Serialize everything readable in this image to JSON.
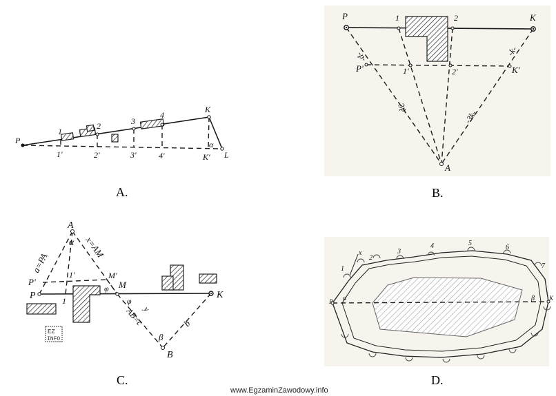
{
  "captions": {
    "a": "A.",
    "b": "B.",
    "c": "C.",
    "d": "D."
  },
  "watermark": "www.EgzaminZawodowy.info",
  "logo_text": "EZ INFO",
  "panel_a": {
    "labels": {
      "p": "P",
      "k": "K",
      "l": "L",
      "k_prime": "K'",
      "alpha": "α",
      "n1": "1",
      "n2": "2",
      "n3": "3",
      "n4": "4",
      "n1p": "1'",
      "n2p": "2'",
      "n3p": "3'",
      "n4p": "4'"
    }
  },
  "panel_b": {
    "labels": {
      "p": "P",
      "k": "K",
      "a": "A",
      "n1": "1",
      "n2": "2",
      "p_prime": "P'",
      "n1p": "1'",
      "n2p": "2'",
      "k_prime": "K'",
      "p_small": "-p-",
      "k_small": "-k-",
      "three_p": "-3p-",
      "three_k": "-3k-"
    }
  },
  "panel_c": {
    "labels": {
      "a": "A",
      "alpha": "α",
      "a_eq": "a=PA",
      "x_eq": "x=AM",
      "p_prime": "P'",
      "n1p": "1'",
      "m_prime": "M'",
      "phi1": "φ",
      "m": "M",
      "p": "P",
      "n1": "1",
      "phi2": "φ",
      "k": "K",
      "y": "y",
      "ab_c": "AB=c",
      "b_small": "b",
      "beta": "β",
      "b": "B"
    }
  },
  "panel_d": {
    "labels": {
      "x": "x",
      "n1": "1",
      "n2": "2",
      "n3": "3",
      "n4": "4",
      "n5": "5",
      "n6": "6",
      "n7": "7",
      "p": "P",
      "alpha": "α",
      "beta": "β",
      "k": "K"
    }
  }
}
